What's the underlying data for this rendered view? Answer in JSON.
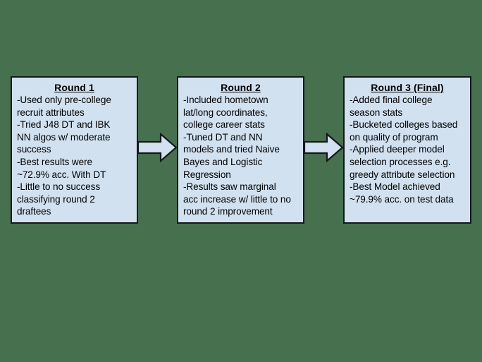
{
  "diagram": {
    "type": "process-flow",
    "background_color": "#47704f",
    "box_fill_color": "#d2e1f0",
    "box_border_color": "#14181c",
    "arrow_fill_color": "#d2e1f0",
    "arrow_border_color": "#14181c",
    "boxes": [
      {
        "id": "round-1",
        "title": "Round 1",
        "lines": [
          "-Used only pre-college",
          "recruit attributes",
          "-Tried J48 DT and IBK",
          "NN algos w/ moderate",
          "success",
          "-Best results were",
          "~72.9% acc. With DT",
          "-Little to no success",
          "classifying round 2",
          "draftees"
        ]
      },
      {
        "id": "round-2",
        "title": "Round 2",
        "lines": [
          "-Included hometown",
          "lat/long coordinates,",
          "college career stats",
          "-Tuned DT and NN",
          "models and tried Naive",
          "Bayes and Logistic",
          "Regression",
          "-Results saw marginal",
          "acc increase w/ little to no",
          "round 2 improvement"
        ]
      },
      {
        "id": "round-3",
        "title": "Round 3 (Final)",
        "lines": [
          "-Added final college",
          "season stats",
          "-Bucketed colleges based",
          "on quality of program",
          "-Applied deeper model",
          "selection processes e.g.",
          "greedy attribute selection",
          "-Best Model achieved",
          "~79.9% acc. on test data"
        ]
      }
    ],
    "arrows": [
      {
        "id": "arrow-1",
        "from": "round-1",
        "to": "round-2",
        "direction": "right"
      },
      {
        "id": "arrow-2",
        "from": "round-2",
        "to": "round-3",
        "direction": "right"
      }
    ]
  }
}
